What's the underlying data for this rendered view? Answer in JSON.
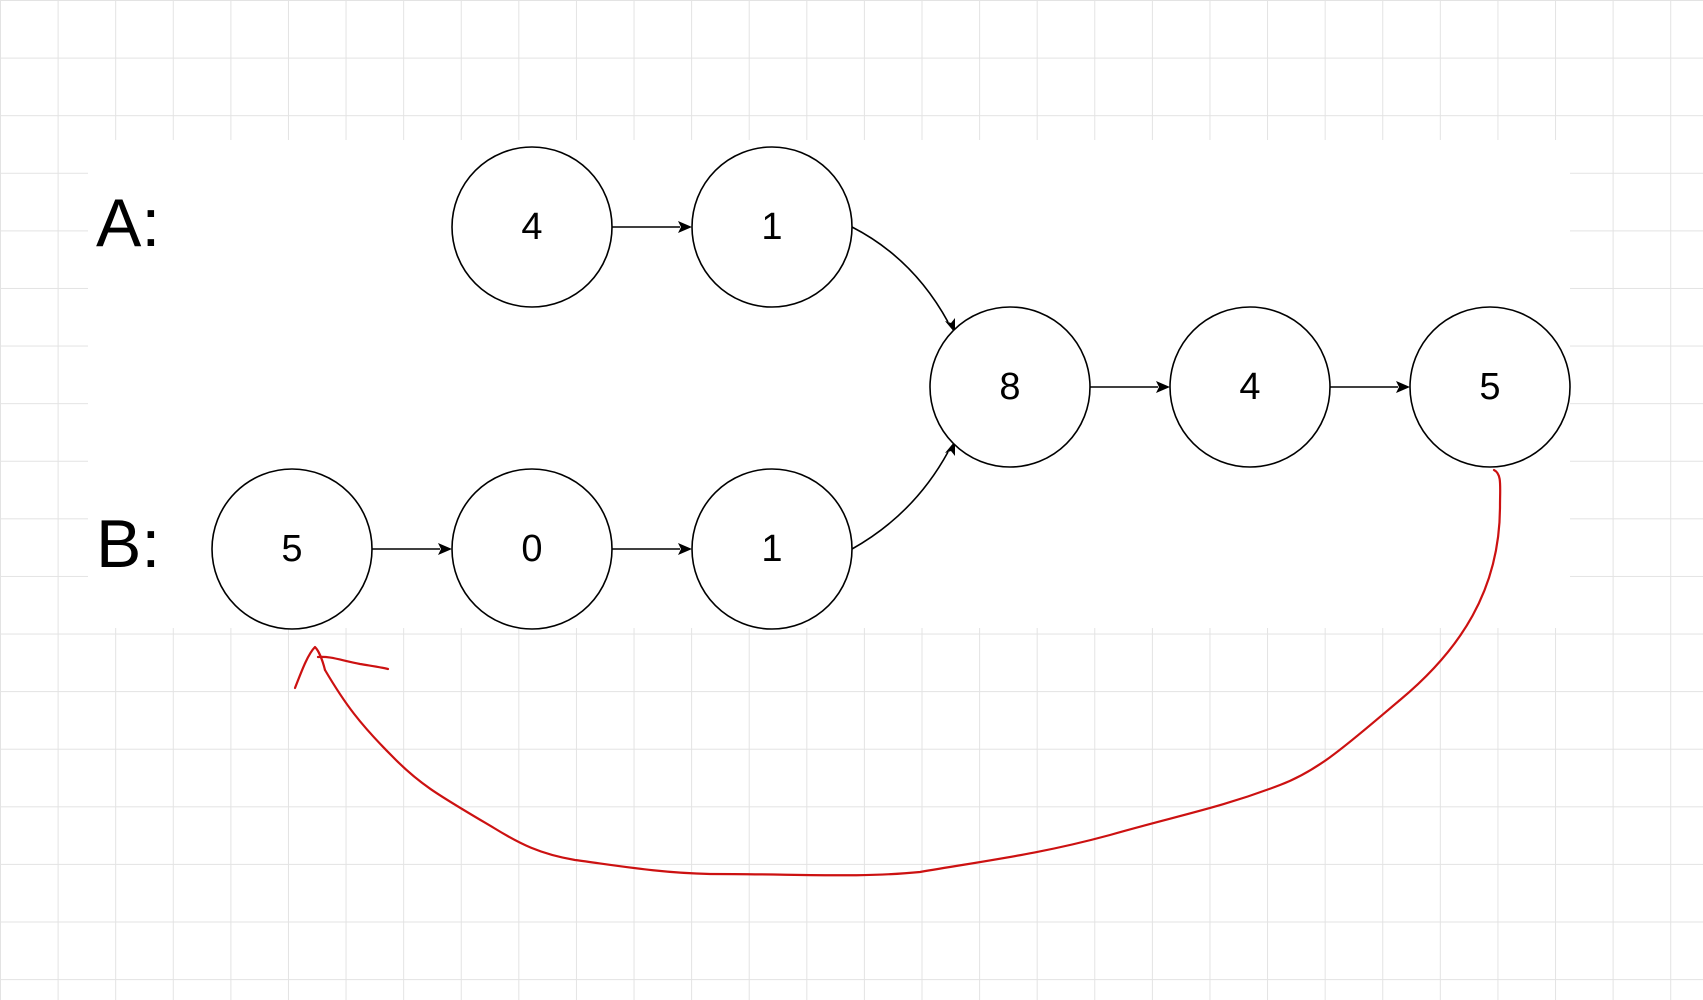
{
  "list_labels": {
    "a": "A:",
    "b": "B:"
  },
  "nodes": {
    "a1": "4",
    "a2": "1",
    "c1": "8",
    "c2": "4",
    "c3": "5",
    "b1": "5",
    "b2": "0",
    "b3": "1"
  },
  "colors": {
    "edge": "#000000",
    "loop_annotation": "#cc1111",
    "grid": "#e3e3e3"
  }
}
